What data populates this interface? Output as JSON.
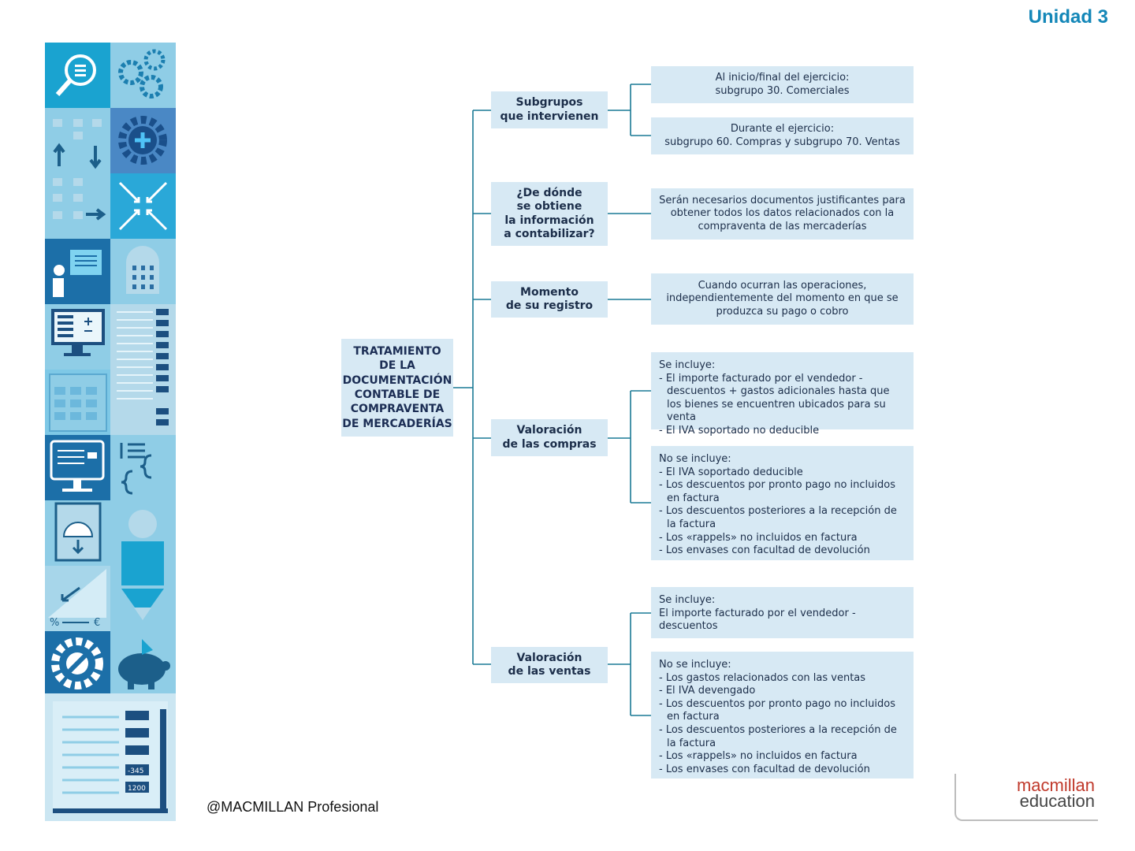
{
  "header": {
    "unit_title": "Unidad 3"
  },
  "footer": {
    "copyright": "@MACMILLAN Profesional",
    "logo_line1": "macmillan",
    "logo_line2": "education"
  },
  "sidebar_icons": [
    "magnifier-coins-icon",
    "gears-icon",
    "arrows-grid-icon",
    "gear-plus-icon",
    "arrows-collapse-icon",
    "presenter-icon",
    "building-icon",
    "monitor-calculator-icon",
    "ledger-icon",
    "calculator-icon",
    "terminal-icon",
    "code-braces-icon",
    "scale-book-icon",
    "person-pencil-icon",
    "percent-euro-icon",
    "wrench-gear-icon",
    "piggy-bank-icon",
    "report-icon"
  ],
  "colors": {
    "accent": "#1487b8",
    "box": "#d7e9f4",
    "line": "#1a7a95",
    "logo_red": "#c0392b"
  },
  "diagram": {
    "root": "TRATAMIENTO\nDE LA\nDOCUMENTACIÓN\nCONTABLE DE\nCOMPRAVENTA\nDE MERCADERÍAS",
    "branches": [
      {
        "label": "Subgrupos\nque intervienen",
        "leaves": [
          {
            "text": "Al inicio/final del ejercicio:\nsubgrupo 30. Comerciales"
          },
          {
            "text": "Durante el ejercicio:\nsubgrupo 60. Compras y subgrupo 70. Ventas"
          }
        ]
      },
      {
        "label": "¿De dónde\nse obtiene\nla información\na contabilizar?",
        "leaves": [
          {
            "text": "Serán necesarios documentos justificantes para\nobtener todos los datos relacionados con la\ncompraventa de las mercaderías"
          }
        ]
      },
      {
        "label": "Momento\nde su registro",
        "leaves": [
          {
            "text": "Cuando ocurran las operaciones,\nindependientemente del momento en que se\nproduzca su pago o cobro"
          }
        ]
      },
      {
        "label": "Valoración\nde las compras",
        "leaves": [
          {
            "heading": "Se incluye:",
            "items": [
              "- El importe facturado por el vendedor - descuentos + gastos adicionales hasta que los bienes se encuentren ubicados para su venta",
              "- El IVA soportado no deducible"
            ]
          },
          {
            "heading": "No se incluye:",
            "items": [
              "- El IVA soportado deducible",
              "- Los descuentos por pronto pago no incluidos en factura",
              "- Los descuentos posteriores a la recepción de la factura",
              "- Los «rappels» no incluidos en factura",
              "- Los envases con facultad de devolución"
            ]
          }
        ]
      },
      {
        "label": "Valoración\nde las ventas",
        "leaves": [
          {
            "heading": "Se incluye:",
            "text": "El importe facturado por el vendedor -\ndescuentos"
          },
          {
            "heading": "No se incluye:",
            "items": [
              "- Los gastos relacionados con las ventas",
              "- El IVA devengado",
              "- Los descuentos por pronto pago no incluidos en factura",
              "- Los descuentos posteriores a la recepción de la factura",
              "- Los «rappels» no incluidos en factura",
              "- Los envases con facultad de devolución"
            ]
          }
        ]
      }
    ]
  }
}
